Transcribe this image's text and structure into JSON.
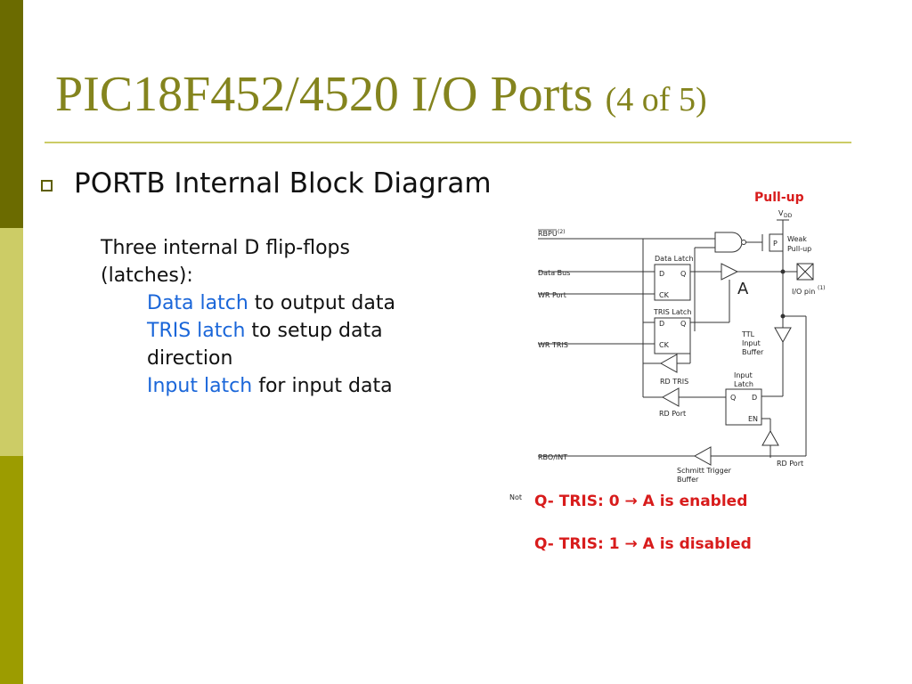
{
  "slide": {
    "title": "PIC18F452/4520 I/O Ports",
    "title_sub": "(4 of 5)",
    "bullet": "PORTB Internal Block Diagram",
    "intro_1": "Three internal D flip-flops",
    "intro_2": "(latches):",
    "items": [
      {
        "term": "Data latch",
        "rest": " to output data"
      },
      {
        "term": "TRIS latch",
        "rest": " to setup data"
      },
      {
        "term": "",
        "rest": "direction"
      },
      {
        "term": "Input latch",
        "rest": " for input data"
      }
    ],
    "notes": [
      "Q- TRIS: 0 → A is enabled",
      "Q- TRIS: 1 → A is disabled"
    ]
  },
  "diagram": {
    "pullup": "Pull-up",
    "vdd": "V",
    "vdd_sub": "DD",
    "rbpu": "RBPU",
    "rbpu_note": "(2)",
    "data_bus": "Data Bus",
    "wr_port": "WR Port",
    "wr_tris": "WR TRIS",
    "data_latch": "Data Latch",
    "tris_latch": "TRIS Latch",
    "d": "D",
    "q": "Q",
    "ck": "CK",
    "p": "P",
    "weak": "Weak",
    "pull_up_label": "Pull-up",
    "a_marker": "A",
    "io_pin": "I/O pin",
    "io_note": "(1)",
    "ttl_1": "TTL",
    "ttl_2": "Input",
    "ttl_3": "Buffer",
    "input_latch_1": "Input",
    "input_latch_2": "Latch",
    "en": "EN",
    "rd_tris": "RD TRIS",
    "rd_port": "RD Port",
    "rd_port_2": "RD Port",
    "rbo_int": "RBO/INT",
    "schmitt_1": "Schmitt Trigger",
    "schmitt_2": "Buffer",
    "note_cut": "Not"
  },
  "colors": {
    "accent_dark": "#6b6b00",
    "accent_light": "#cccc66",
    "accent_mid": "#9c9c00",
    "title": "#84841e",
    "highlight": "#1a66d9",
    "note": "#d81c1c"
  }
}
